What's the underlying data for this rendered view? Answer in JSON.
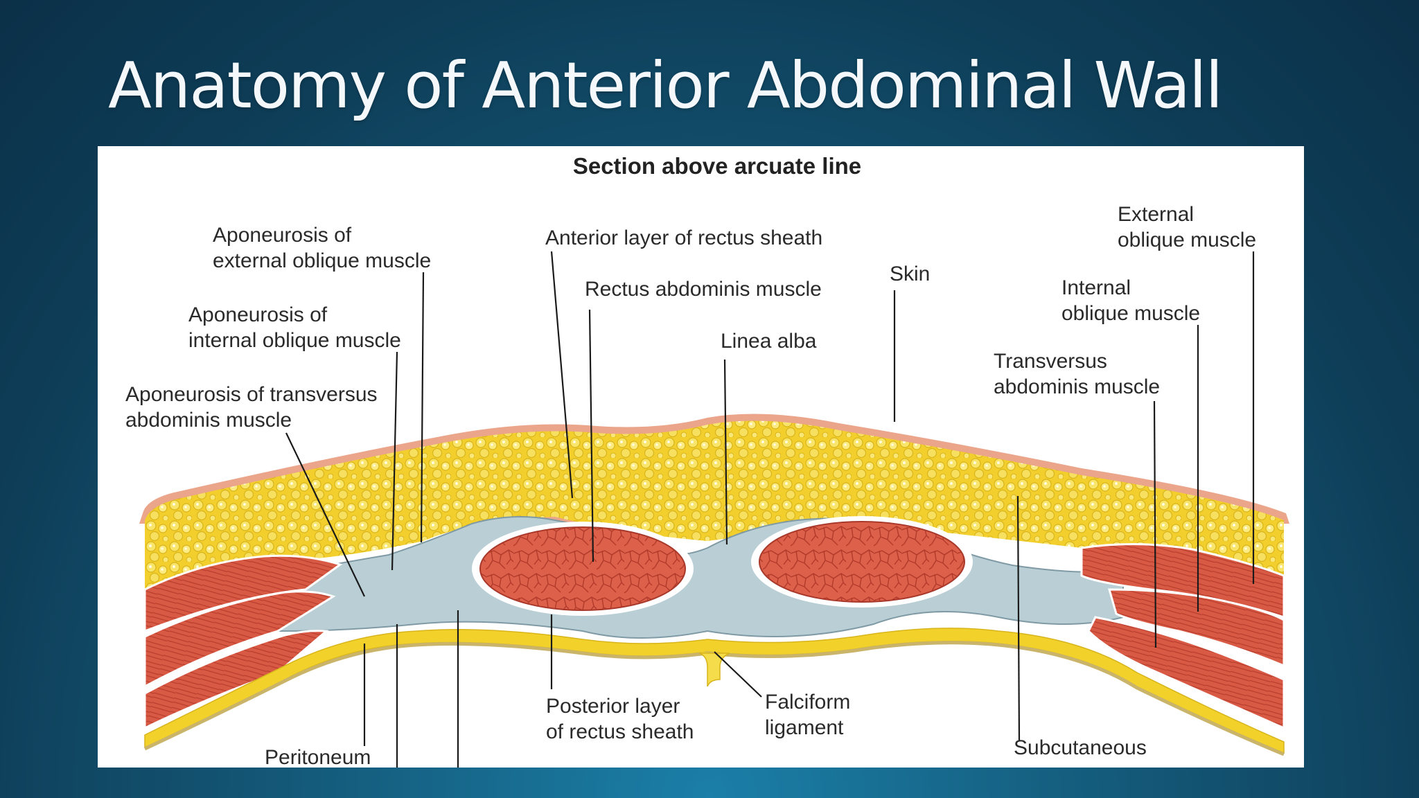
{
  "slide": {
    "title": "Anatomy of Anterior Abdominal Wall"
  },
  "figure": {
    "title": "Section above arcuate line",
    "labels": {
      "aponeurosis_external_oblique": [
        "Aponeurosis of",
        "external oblique muscle"
      ],
      "aponeurosis_internal_oblique": [
        "Aponeurosis of",
        "internal oblique muscle"
      ],
      "aponeurosis_transversus": [
        "Aponeurosis of transversus",
        "abdominis muscle"
      ],
      "anterior_layer_rectus_sheath": "Anterior layer of rectus sheath",
      "rectus_abdominis": "Rectus abdominis muscle",
      "linea_alba": "Linea alba",
      "skin": "Skin",
      "external_oblique": [
        "External",
        "oblique muscle"
      ],
      "internal_oblique": [
        "Internal",
        "oblique muscle"
      ],
      "transversus_abdominis": [
        "Transversus",
        "abdominis muscle"
      ],
      "posterior_layer_rectus_sheath": [
        "Posterior layer",
        "of rectus sheath"
      ],
      "falciform_ligament": [
        "Falciform",
        "ligament"
      ],
      "peritoneum": "Peritoneum",
      "subcutaneous_tissue": "Subcutaneous"
    },
    "colors": {
      "fat": "#f2d12a",
      "muscle": "#dd6148",
      "aponeurosis": "#b9cfd5",
      "skin": "#e8a080"
    }
  }
}
